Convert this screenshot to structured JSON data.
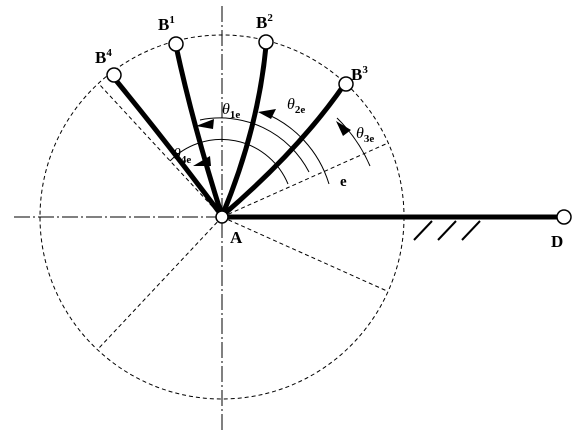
{
  "points": {
    "A": "A",
    "D": "D",
    "e": "e",
    "B1": {
      "base": "B",
      "sup": "1"
    },
    "B2": {
      "base": "B",
      "sup": "2"
    },
    "B3": {
      "base": "B",
      "sup": "3"
    },
    "B4": {
      "base": "B",
      "sup": "4"
    }
  },
  "angles": {
    "t1": {
      "sym": "θ",
      "sub": "1e"
    },
    "t2": {
      "sym": "θ",
      "sub": "2e"
    },
    "t3": {
      "sym": "θ",
      "sub": "3e"
    },
    "t4": {
      "sym": "θ",
      "sub": "4e"
    }
  },
  "colors": {
    "ink": "#000000",
    "background": "#ffffff"
  }
}
